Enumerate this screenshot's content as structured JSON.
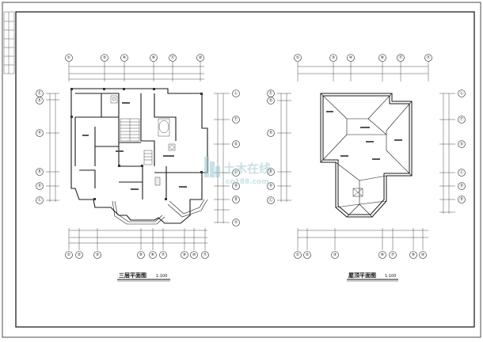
{
  "plans": {
    "left": {
      "title": "三层平面图",
      "scale": "1:100",
      "axes_top": [
        "①",
        "③",
        "④",
        "⑥",
        "⑰",
        "⑩"
      ],
      "axes_bottom": [
        "①",
        "②",
        "③",
        "⑤",
        "⑥",
        "⑦",
        "⑨",
        "⑩",
        "⑪"
      ],
      "axes_left": [
        "Ⓔ",
        "Ⓚ",
        "Ⓗ",
        "Ⓑ",
        "Ⓓ",
        "Ⓒ"
      ],
      "axes_right": [
        "Ⓛ",
        "Ⓕ",
        "Ⓖ",
        "Ⓒ",
        "Ⓓ",
        "Ⓑ",
        "Ⓐ"
      ]
    },
    "right": {
      "title": "屋顶平面图",
      "scale": "1:100",
      "axes_top": [
        "①",
        "③",
        "④",
        "⑥",
        "⑰",
        "⑪"
      ],
      "axes_bottom": [
        "①",
        "②",
        "③",
        "⑥",
        "⑦",
        "⑨",
        "⑩"
      ],
      "axes_left": [
        "Ⓔ",
        "Ⓚ",
        "Ⓗ",
        "Ⓑ",
        "Ⓓ",
        "Ⓒ"
      ],
      "axes_right": [
        "Ⓛ",
        "Ⓕ",
        "Ⓖ",
        "Ⓒ",
        "Ⓓ",
        "Ⓑ"
      ]
    }
  },
  "watermark": {
    "text": "土木在线",
    "sub": "co188.com"
  },
  "colors": {
    "line": "#1a1a1a",
    "wall": "#222222",
    "watermark": "#9dc7d2"
  }
}
